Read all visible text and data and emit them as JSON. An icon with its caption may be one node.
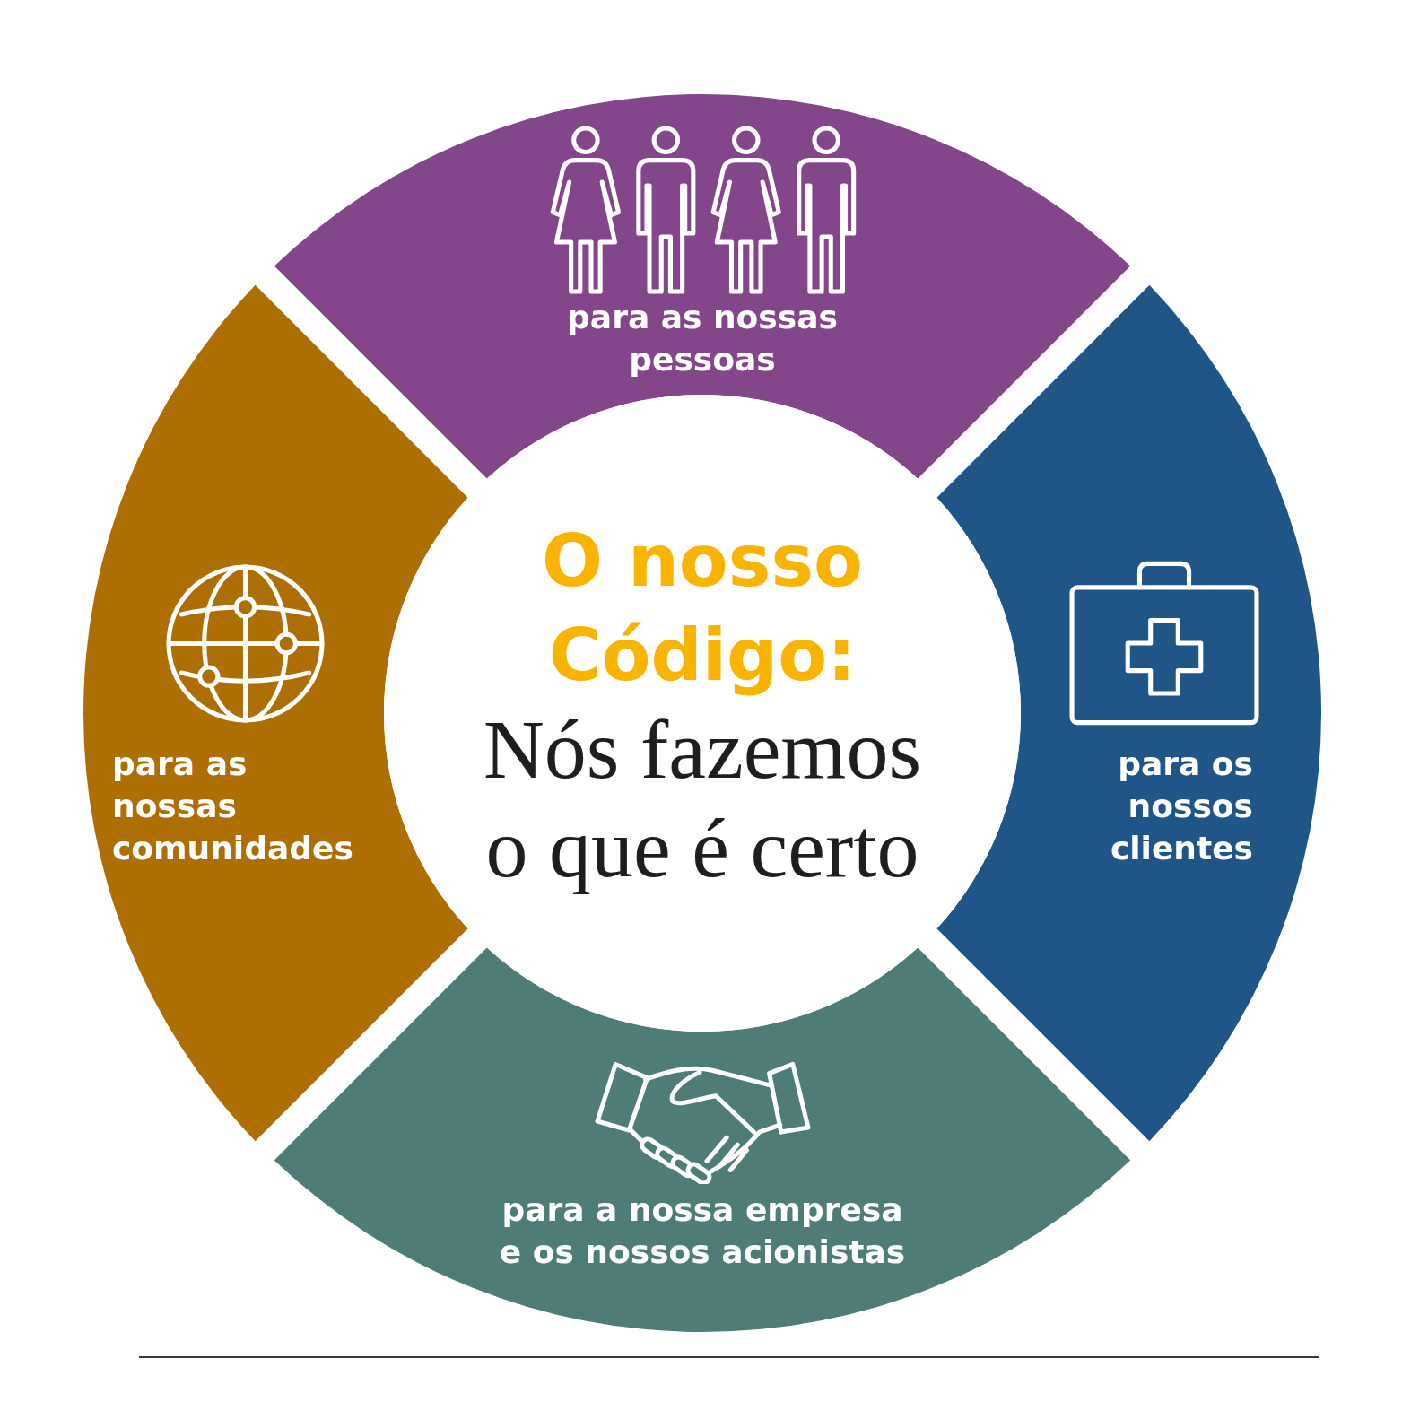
{
  "diagram": {
    "nodes": [
      {
        "text": [
          "O nosso Código:",
          "Nós fazemos o que é certo"
        ]
      },
      {
        "text": [
          "para as nossas pessoas"
        ]
      },
      {
        "text": [
          "para os nossos clientes"
        ]
      },
      {
        "text": [
          "para a nossa empresa e os nossos acionistas"
        ]
      },
      {
        "text": [
          "para as nossas comunidades"
        ]
      }
    ]
  }
}
